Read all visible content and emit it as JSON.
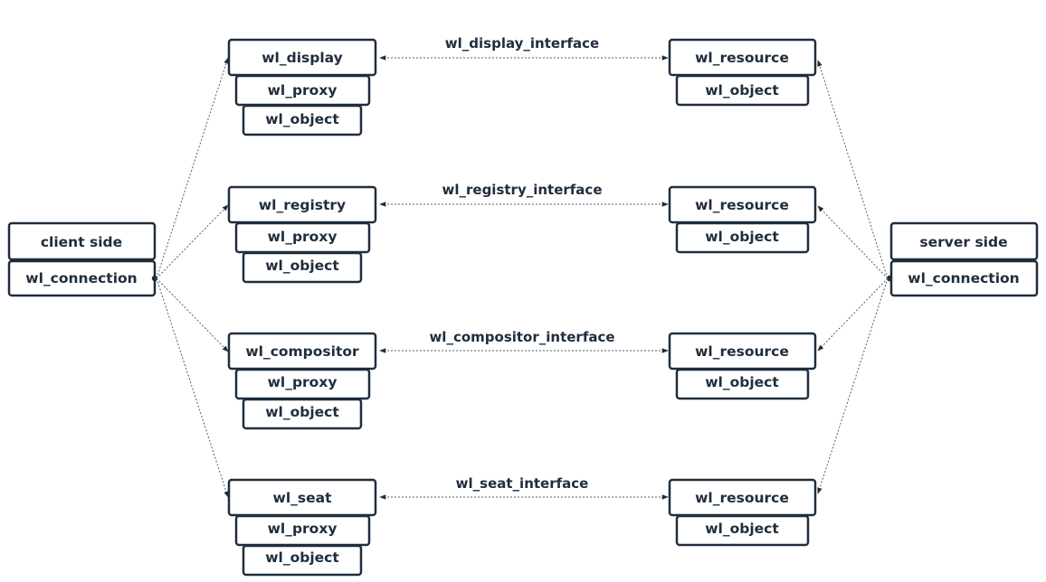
{
  "client": {
    "title": "client side",
    "connection": "wl_connection"
  },
  "server": {
    "title": "server side",
    "connection": "wl_connection"
  },
  "pairs": [
    {
      "client_object": "wl_display",
      "proxy": "wl_proxy",
      "object": "wl_object",
      "interface": "wl_display_interface",
      "resource": "wl_resource",
      "resource_object": "wl_object"
    },
    {
      "client_object": "wl_registry",
      "proxy": "wl_proxy",
      "object": "wl_object",
      "interface": "wl_registry_interface",
      "resource": "wl_resource",
      "resource_object": "wl_object"
    },
    {
      "client_object": "wl_compositor",
      "proxy": "wl_proxy",
      "object": "wl_object",
      "interface": "wl_compositor_interface",
      "resource": "wl_resource",
      "resource_object": "wl_object"
    },
    {
      "client_object": "wl_seat",
      "proxy": "wl_proxy",
      "object": "wl_object",
      "interface": "wl_seat_interface",
      "resource": "wl_resource",
      "resource_object": "wl_object"
    }
  ],
  "colors": {
    "box_stroke": "#1f2d3d",
    "text": "#1f2d3d",
    "connector": "#555e68",
    "background": "#ffffff"
  }
}
